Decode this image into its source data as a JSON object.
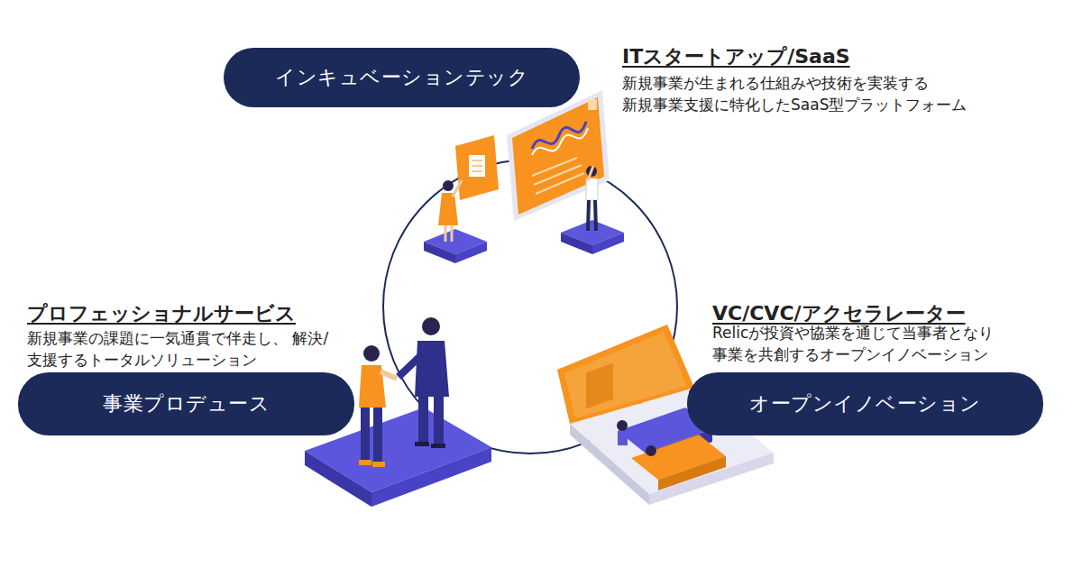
{
  "diagram": {
    "nodes": [
      {
        "text": [
          "インキュベーションテック"
        ]
      },
      {
        "text": [
          "事業プロデュース"
        ]
      },
      {
        "text": [
          "オープンイノベーション"
        ]
      }
    ],
    "edges": [],
    "labels": [
      "ITスタートアップ/SaaS",
      "新規事業が生まれる仕組みや技術を実装する 新規事業支援に特化したSaaS型プラットフォーム",
      "プロフェッショナルサービス",
      "新規事業の課題に一気通貫で伴走し、 解決/支援するトータルソリューション",
      "VC/CVC/アクセラレーター",
      "Relicが投資や協業を通じて当事者となり 事業を共創するオープンイノベーション"
    ]
  }
}
